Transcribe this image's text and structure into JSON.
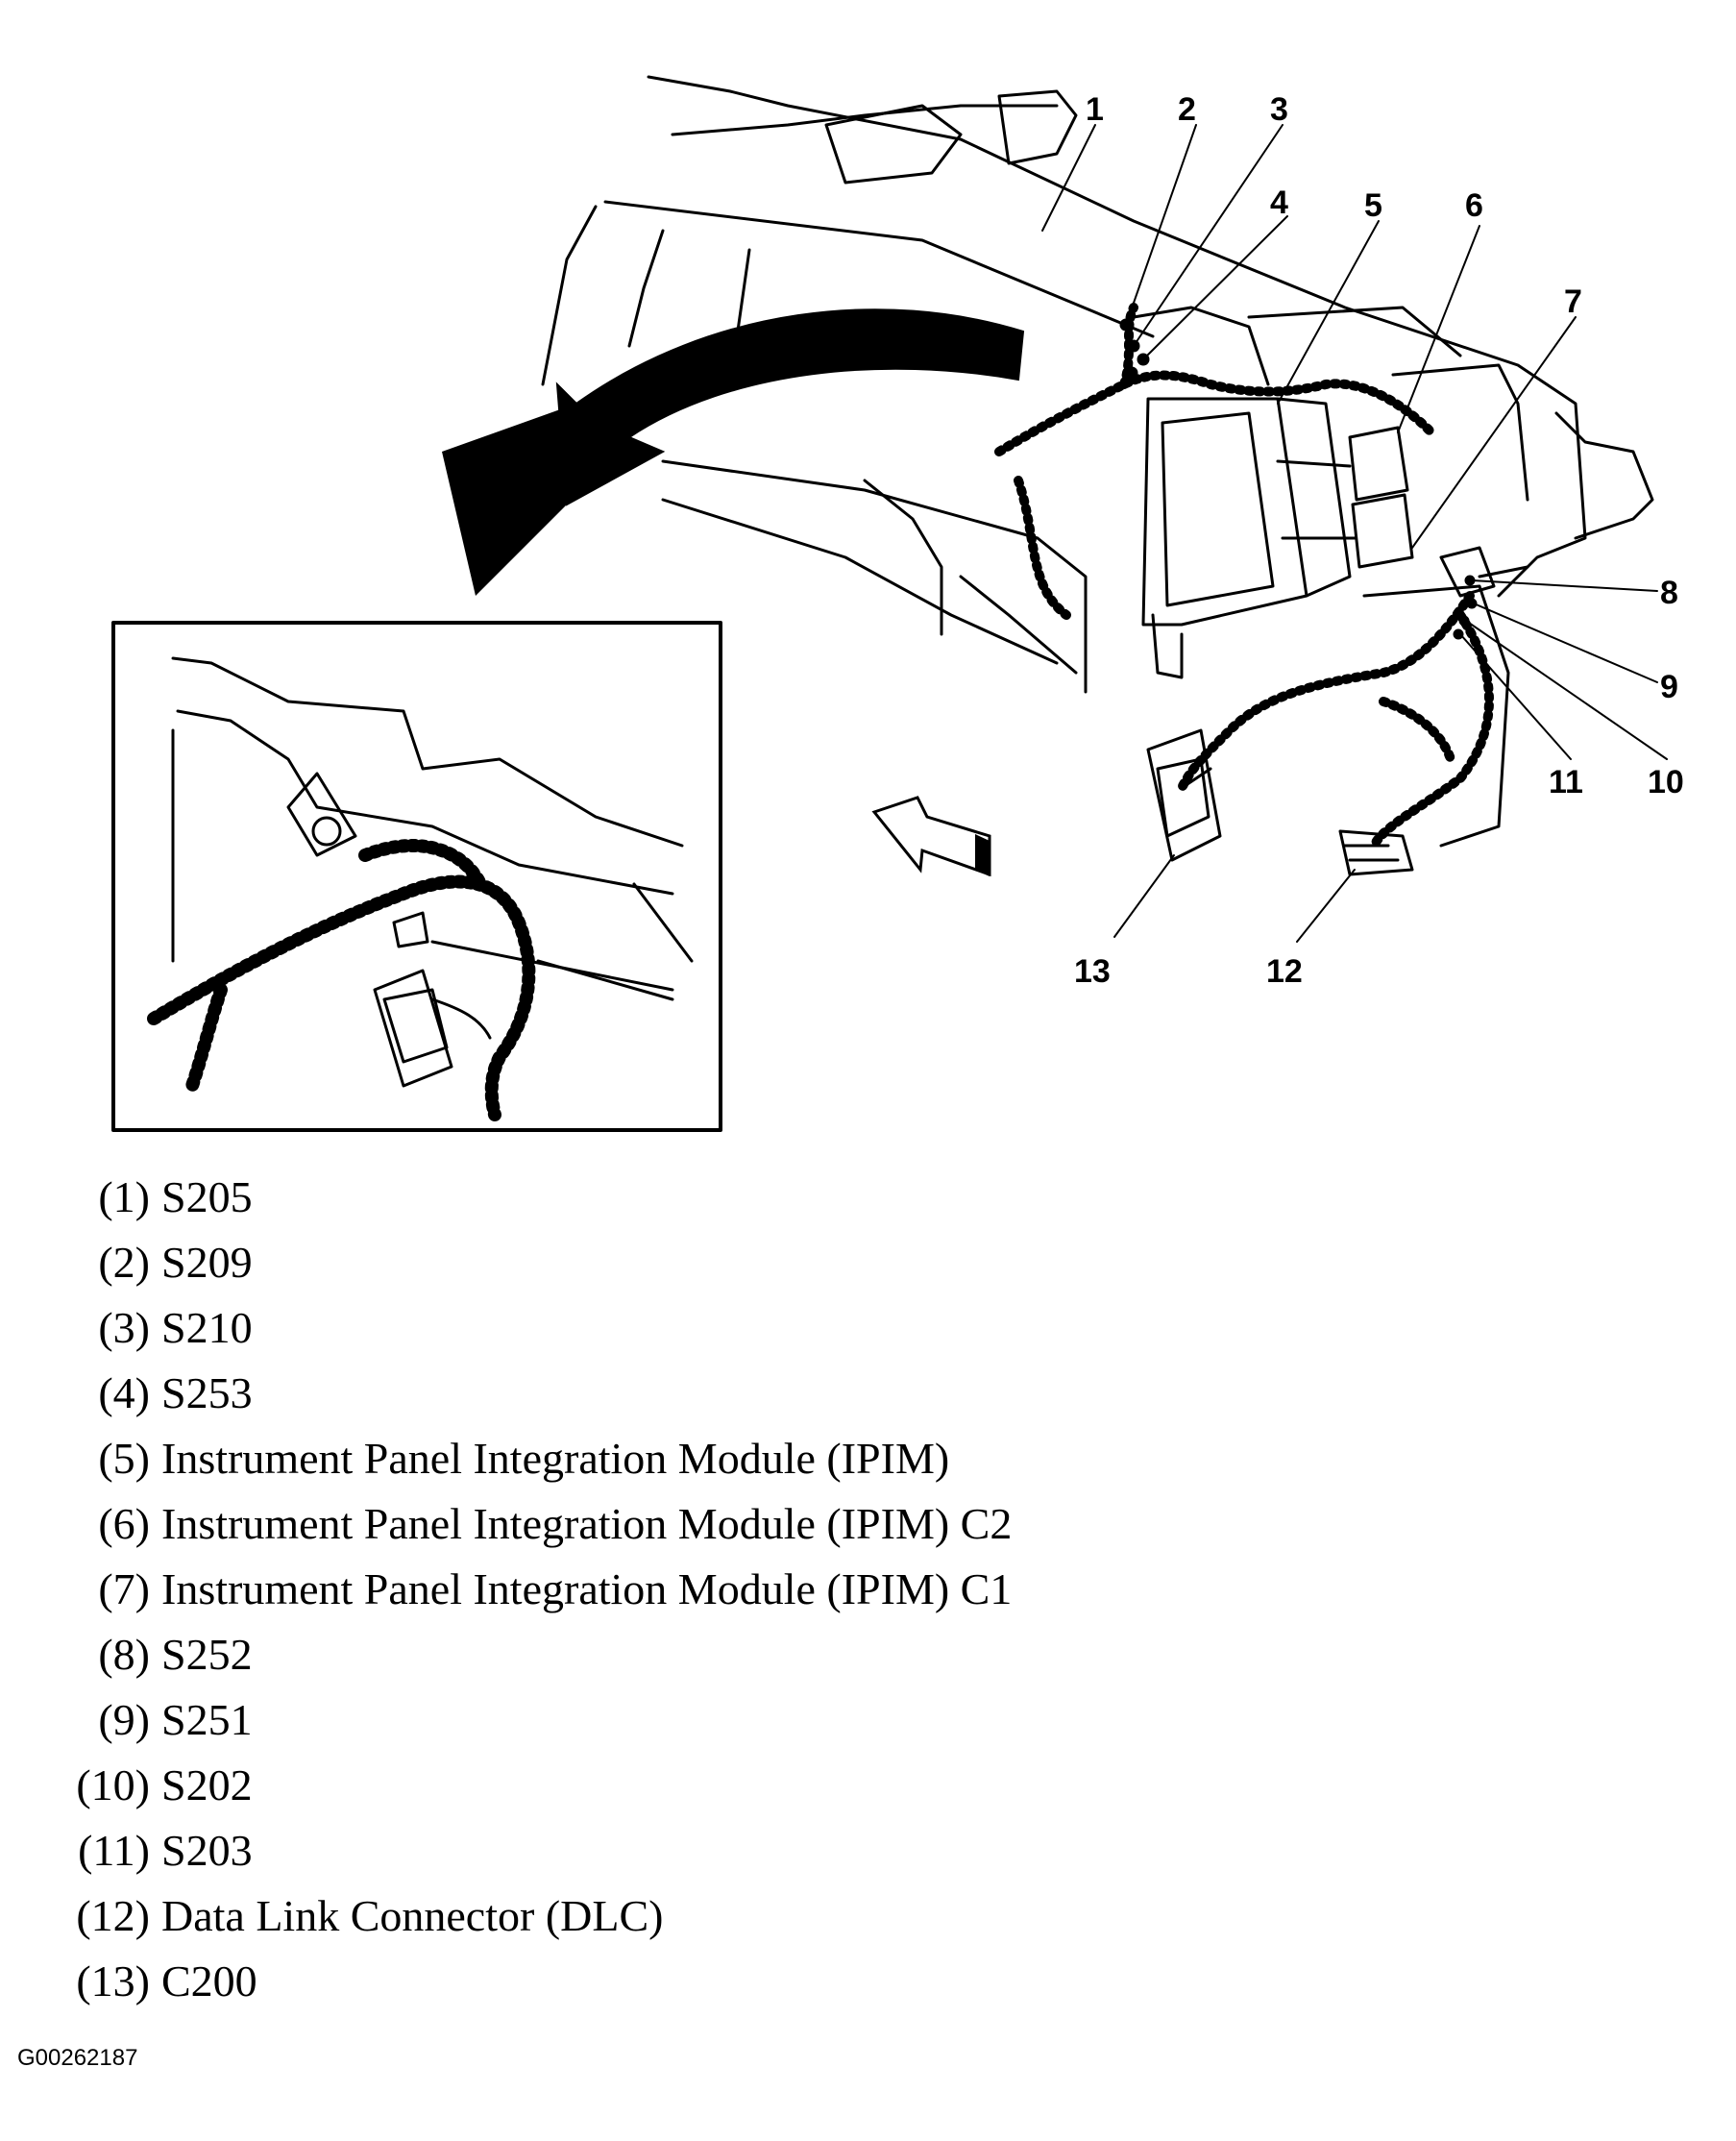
{
  "diagram": {
    "callouts": [
      "1",
      "2",
      "3",
      "4",
      "5",
      "6",
      "7",
      "8",
      "9",
      "10",
      "11",
      "12",
      "13"
    ]
  },
  "legend": [
    {
      "num": "(1)",
      "text": "S205"
    },
    {
      "num": "(2)",
      "text": "S209"
    },
    {
      "num": "(3)",
      "text": "S210"
    },
    {
      "num": "(4)",
      "text": "S253"
    },
    {
      "num": "(5)",
      "text": "Instrument Panel Integration Module (IPIM)"
    },
    {
      "num": "(6)",
      "text": "Instrument Panel Integration Module (IPIM) C2"
    },
    {
      "num": "(7)",
      "text": "Instrument Panel Integration Module (IPIM) C1"
    },
    {
      "num": "(8)",
      "text": "S252"
    },
    {
      "num": "(9)",
      "text": "S251"
    },
    {
      "num": "(10)",
      "text": "S202"
    },
    {
      "num": "(11)",
      "text": "S203"
    },
    {
      "num": "(12)",
      "text": "Data Link Connector (DLC)"
    },
    {
      "num": "(13)",
      "text": "C200"
    }
  ],
  "figure_id": "G00262187"
}
